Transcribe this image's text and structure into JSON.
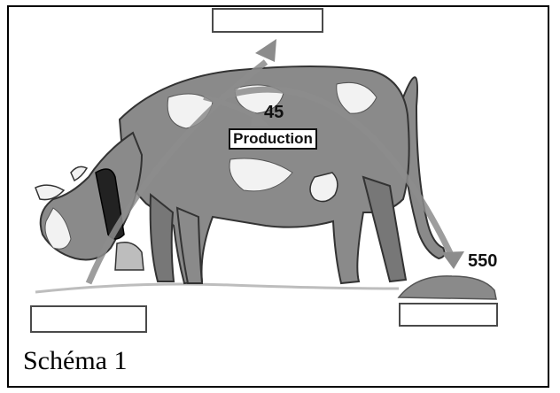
{
  "diagram": {
    "caption": "Schéma 1",
    "arrow_labels": {
      "production_value": "45",
      "production_label": "Production",
      "dung_value": "550"
    },
    "blank_boxes": {
      "top": "",
      "left": "",
      "right": ""
    },
    "colors": {
      "frame": "#000000",
      "arrow": "#8c8c8c",
      "cow_body": "#8a8a8a",
      "cow_spots": "#f2f2f2"
    }
  }
}
